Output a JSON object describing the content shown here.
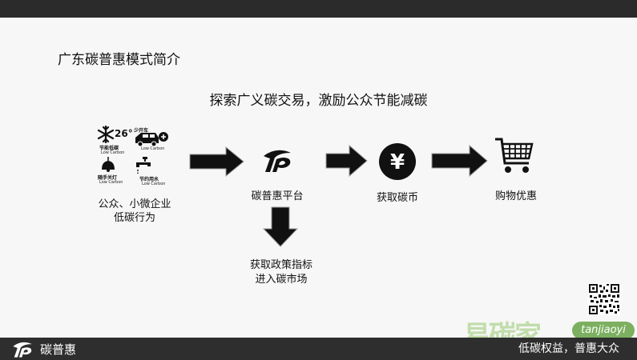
{
  "page": {
    "title": "广东碳普惠模式简介",
    "headline": "探索广义碳交易，激励公众节能减碳"
  },
  "behaviors": {
    "temp": "26°",
    "energy_ac": "节能低碳",
    "low_carbon_1": "Low Carbon",
    "drive_less": "少开车",
    "low_carbon_2": "Low Carbon",
    "lights_off": "随手关灯",
    "low_carbon_3": "Low Carbon",
    "save_water": "节约用水",
    "low_carbon_4": "Low Carbon"
  },
  "flow": {
    "source_label_1": "公众、小微企业",
    "source_label_2": "低碳行为",
    "platform_label": "碳普惠平台",
    "credits_label": "获取碳币",
    "yen_symbol": "¥",
    "shopping_label": "购物优惠",
    "policy_label_1": "获取政策指标",
    "policy_label_2": "进入碳市场"
  },
  "footer": {
    "brand": "碳普惠",
    "slogan": "低碳权益，普惠大众"
  },
  "watermark": {
    "text": "易碳家",
    "badge": "tanjiaoyi"
  }
}
